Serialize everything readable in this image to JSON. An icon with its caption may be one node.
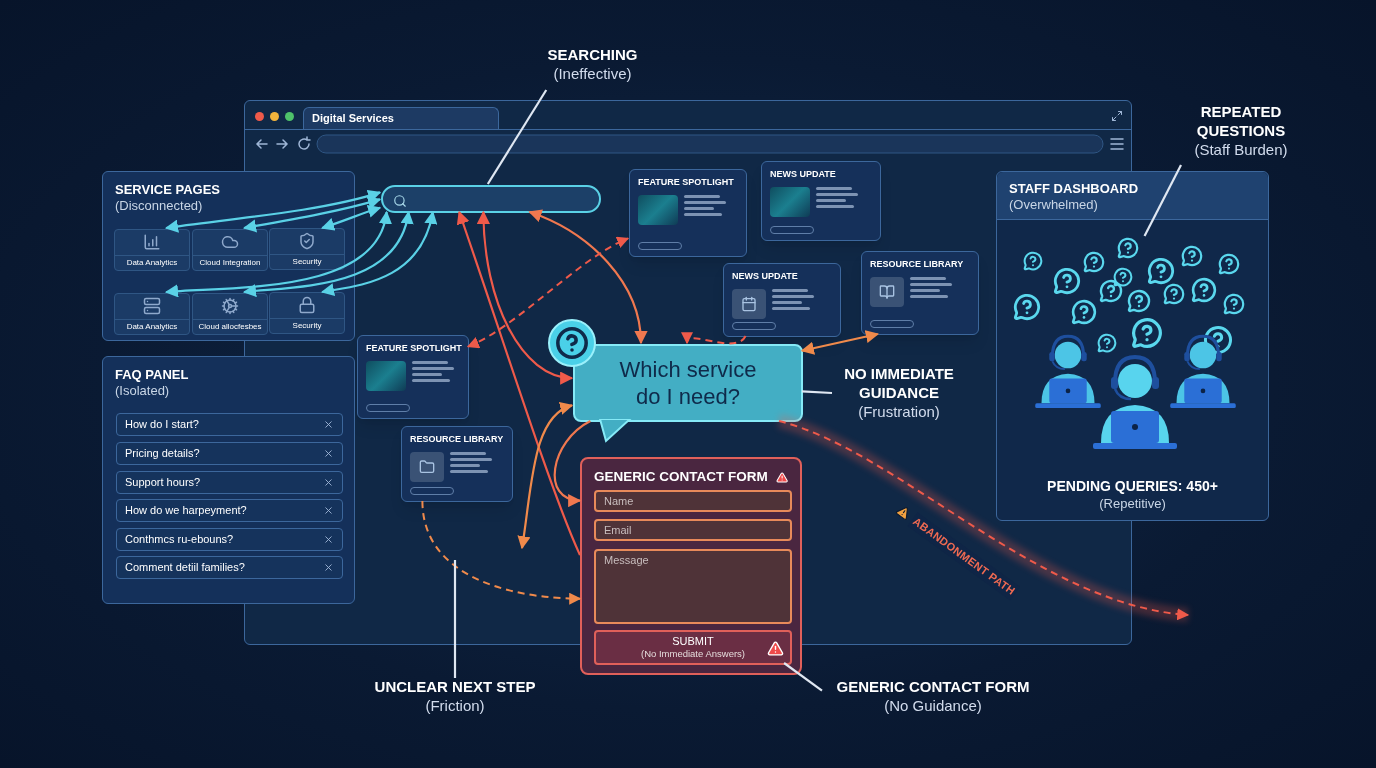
{
  "diagram": {
    "nodes": [
      {
        "text": [
          "Digital Services"
        ]
      },
      {
        "text": [],
        "shape": "box",
        "in": 0
      },
      {
        "text": [
          "SERVICE PAGES",
          "(Disconnected)"
        ]
      },
      {
        "text": [
          "Data Analytics"
        ],
        "in": 2
      },
      {
        "text": [
          "Cloud Integration"
        ],
        "in": 2
      },
      {
        "text": [
          "Security"
        ]
      },
      {
        "text": [
          "Data Analytics"
        ],
        "in": 2
      },
      {
        "text": [
          "Cloud allocfesbes"
        ],
        "in": 2
      },
      {
        "text": [
          "Security"
        ]
      },
      {
        "text": [
          "FAQ PANEL",
          "(Isolated)"
        ]
      },
      {
        "text": [
          "How do I start?"
        ],
        "in": 9
      },
      {
        "text": [
          "Pricing details?"
        ],
        "in": 9
      },
      {
        "text": [
          "Support hours?"
        ],
        "in": 9
      },
      {
        "text": [
          "How do we harpeyment?"
        ],
        "in": 9
      },
      {
        "text": [
          "Conthmcs ru-ebouns?"
        ],
        "in": 9
      },
      {
        "text": [
          "Comment detiil families?"
        ],
        "in": 9
      },
      {
        "text": [
          "FEATURE SPOTLIGHT"
        ],
        "in": 0
      },
      {
        "text": [
          "NEWS UPDATE"
        ],
        "in": 0
      },
      {
        "text": [
          "NEWS UPDATE"
        ],
        "in": 0
      },
      {
        "text": [
          "RESOURCE LIBRARY"
        ],
        "in": 0
      },
      {
        "text": [
          "FEATURE SPOTLIGHT"
        ],
        "in": 0
      },
      {
        "text": [
          "RESOURCE LIBRARY"
        ],
        "in": 0
      },
      {
        "text": [
          "Which service do I need?"
        ],
        "in": 0
      },
      {
        "text": [
          "GENERIC CONTACT FORM"
        ]
      },
      {
        "text": [
          "Name"
        ],
        "in": 23
      },
      {
        "text": [
          "Email"
        ],
        "in": 23
      },
      {
        "text": [
          "Message"
        ],
        "in": 23
      },
      {
        "text": [
          "SUBMIT",
          "(No Immediate Answers)"
        ],
        "in": 23
      },
      {
        "text": [
          "STAFF DASHBOARD",
          "(Overwhelmed)",
          "PENDING QUERIES: 450+",
          "(Repetitive)"
        ]
      },
      {
        "text": [],
        "shape": "picture",
        "in": 28
      },
      {
        "text": [
          "SEARCHING",
          "(Ineffective)"
        ]
      },
      {
        "text": [
          "REPEATED QUESTIONS",
          "(Staff Burden)"
        ]
      },
      {
        "text": [
          "NO IMMEDIATE GUIDANCE",
          "(Frustration)"
        ],
        "in": 0
      },
      {
        "text": [
          "UNCLEAR NEXT STEP",
          "(Friction)"
        ]
      },
      {
        "text": [
          "GENERIC CONTACT FORM",
          "(No Guidance)"
        ]
      }
    ],
    "edges": [
      {
        "from": 1,
        "to": 3,
        "arrow": "both",
        "color": "#5ad1e6"
      },
      {
        "from": 1,
        "to": 4,
        "arrow": "both",
        "color": "#5ad1e6"
      },
      {
        "from": 1,
        "to": 5,
        "arrow": "both",
        "color": "#5ad1e6"
      },
      {
        "from": 1,
        "to": 6,
        "arrow": "both",
        "color": "#5ad1e6"
      },
      {
        "from": 1,
        "to": 7,
        "arrow": "both",
        "color": "#5ad1e6"
      },
      {
        "from": 1,
        "to": 8,
        "arrow": "both",
        "color": "#5ad1e6"
      },
      {
        "from": 1,
        "to": 22,
        "arrow": "both",
        "color": "#ef5a4a"
      },
      {
        "from": 1,
        "to": 22,
        "arrow": "both",
        "color": "#f0784f"
      },
      {
        "from": 20,
        "to": 16,
        "arrow": "both",
        "style": "dashed",
        "color": "#ef5a4a"
      },
      {
        "from": 18,
        "to": 22,
        "arrow": "to",
        "style": "dashed",
        "color": "#ef5a4a"
      },
      {
        "from": 19,
        "to": 22,
        "arrow": "both",
        "color": "#f08a4b"
      },
      {
        "from": 23,
        "to": 1,
        "arrow": "to",
        "color": "#ef5a4a"
      },
      {
        "from": 22,
        "to": 23,
        "arrow": "to",
        "color": "#f0784f"
      },
      {
        "from": null,
        "to": 22,
        "arrow": "both",
        "color": "#f08a4b"
      },
      {
        "from": 21,
        "to": 23,
        "arrow": "to",
        "style": "dashed",
        "color": "#f08a4b"
      },
      {
        "from": 22,
        "to": null,
        "arrow": "to",
        "style": "dashed",
        "color": "#ef5a4a",
        "label": "ABANDONMENT PATH"
      },
      {
        "from": 30,
        "to": 1,
        "arrow": "none",
        "color": "#dfe7f2"
      },
      {
        "from": 31,
        "to": 29,
        "arrow": "none",
        "color": "#dfe7f2"
      },
      {
        "from": 32,
        "to": 22,
        "arrow": "none",
        "color": "#dfe7f2"
      },
      {
        "from": 33,
        "to": null,
        "arrow": "none",
        "color": "#dfe7f2"
      },
      {
        "from": 34,
        "to": 27,
        "arrow": "none",
        "color": "#dfe7f2"
      }
    ]
  }
}
